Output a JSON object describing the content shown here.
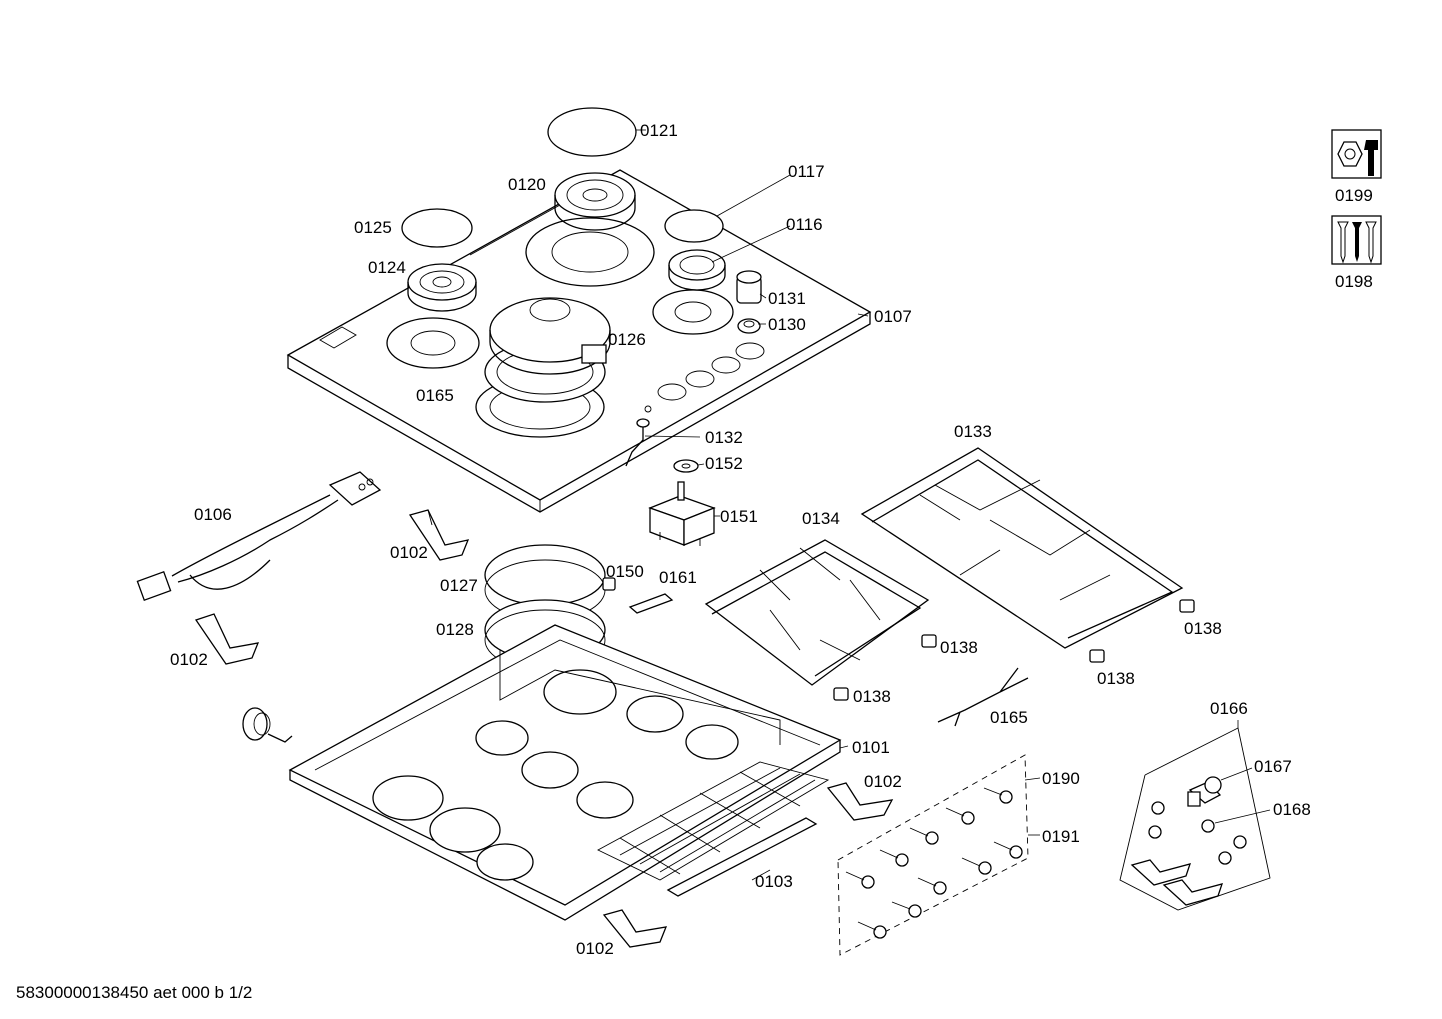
{
  "document_code": "58300000138450 aet 000 b 1/2",
  "part_labels": {
    "p0121": "0121",
    "p0120": "0120",
    "p0117": "0117",
    "p0125": "0125",
    "p0116": "0116",
    "p0124": "0124",
    "p0131": "0131",
    "p0130": "0130",
    "p0107": "0107",
    "p0126": "0126",
    "p0165a": "0165",
    "p0132": "0132",
    "p0152": "0152",
    "p0133": "0133",
    "p0106": "0106",
    "p0151": "0151",
    "p0134": "0134",
    "p0102a": "0102",
    "p0150": "0150",
    "p0161": "0161",
    "p0127": "0127",
    "p0138a": "0138",
    "p0128": "0128",
    "p0102b": "0102",
    "p0138b": "0138",
    "p0138c": "0138",
    "p0138d": "0138",
    "p0166": "0166",
    "p0165b": "0165",
    "p0101": "0101",
    "p0167": "0167",
    "p0190": "0190",
    "p0102c": "0102",
    "p0168": "0168",
    "p0191": "0191",
    "p0103": "0103",
    "p0102d": "0102",
    "p0199": "0199",
    "p0198": "0198"
  },
  "icons": [
    "nut-wrench-icon",
    "screws-icon"
  ]
}
